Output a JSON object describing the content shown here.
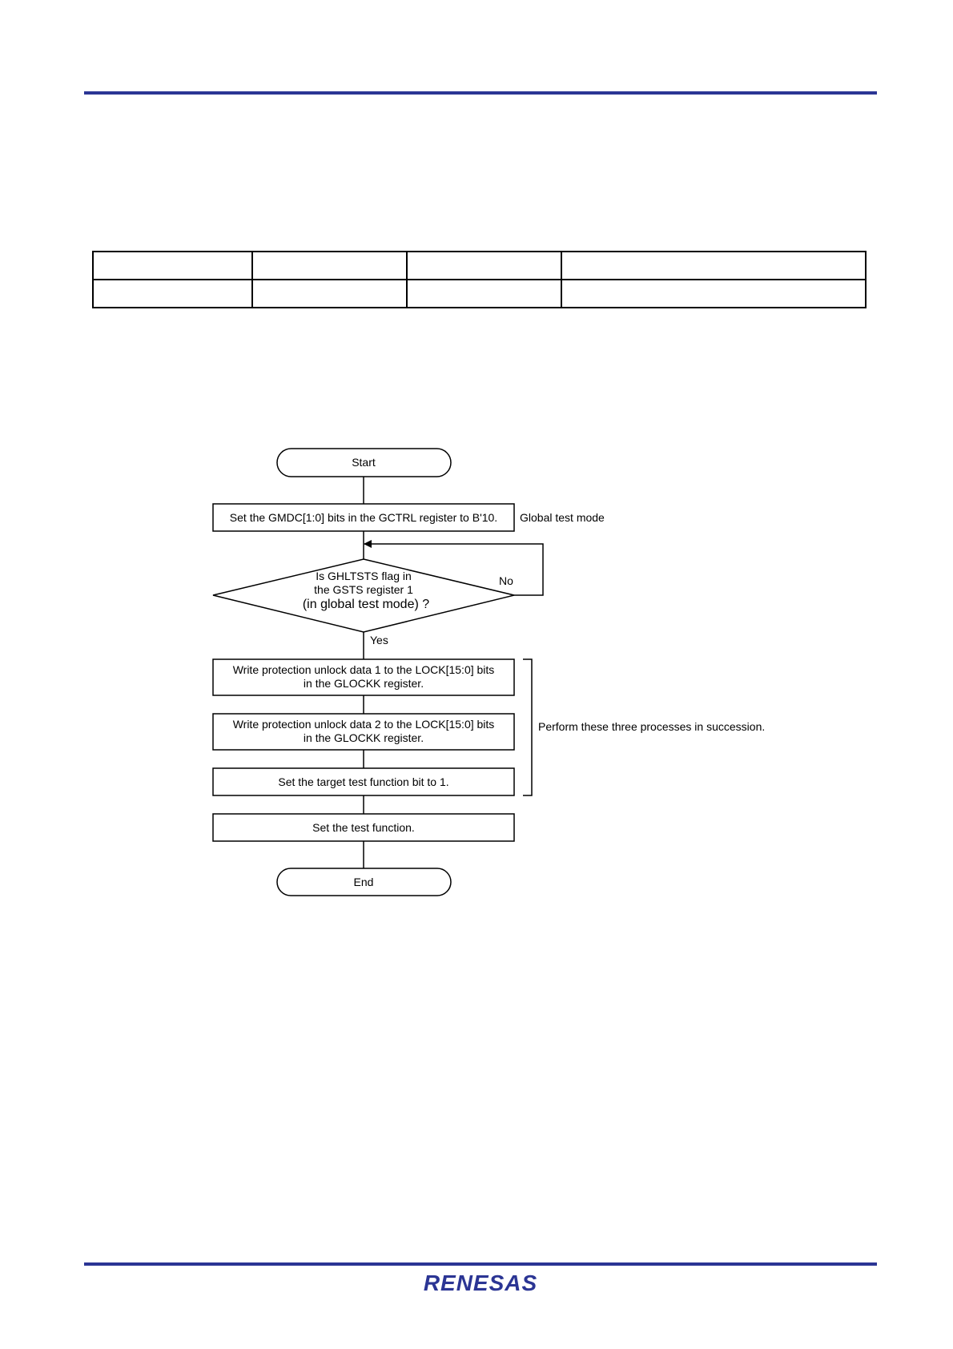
{
  "colors": {
    "rule": "#2b3594",
    "logo": "#2b3594",
    "line": "#000000"
  },
  "brand": {
    "logo_text": "RENESAS"
  },
  "flowchart": {
    "start": "Start",
    "step1": "Set the GMDC[1:0] bits in the GCTRL register to B'10.",
    "step1_note": "Global test mode",
    "decision_line1": "Is GHLTSTS flag in",
    "decision_line2": "the GSTS register 1",
    "decision_line3": "(in global test mode) ?",
    "no_label": "No",
    "yes_label": "Yes",
    "step2_line1": "Write protection unlock data 1 to the LOCK[15:0] bits",
    "step2_line2": "in the GLOCKK register.",
    "step3_line1": "Write protection unlock data 2 to the LOCK[15:0] bits",
    "step3_line2": "in the GLOCKK register.",
    "step4": "Set the target test function bit to 1.",
    "bracket_note": "Perform these three processes in succession.",
    "step5": "Set the test function.",
    "end": "End"
  }
}
